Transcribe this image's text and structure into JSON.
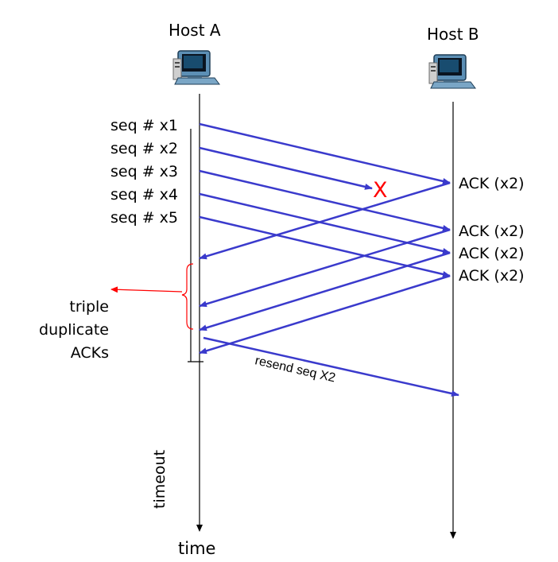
{
  "hosts": {
    "a": "Host A",
    "b": "Host B"
  },
  "segments": [
    "seq # x1",
    "seq # x2",
    "seq # x3",
    "seq # x4",
    "seq # x5"
  ],
  "acks": [
    "ACK (x2)",
    "ACK (x2)",
    "ACK (x2)",
    "ACK (x2)"
  ],
  "loss_marker": "X",
  "annotation": {
    "line1": "triple",
    "line2": "duplicate",
    "line3": "ACKs"
  },
  "resend": "resend seq X2",
  "timeout": "timeout",
  "time": "time",
  "colors": {
    "arrow": "#3a3acc",
    "loss": "#ff0000",
    "annotation": "#ff0000",
    "time": "#ff0000"
  },
  "icons": {
    "host_a": "computer-icon",
    "host_b": "computer-icon"
  }
}
